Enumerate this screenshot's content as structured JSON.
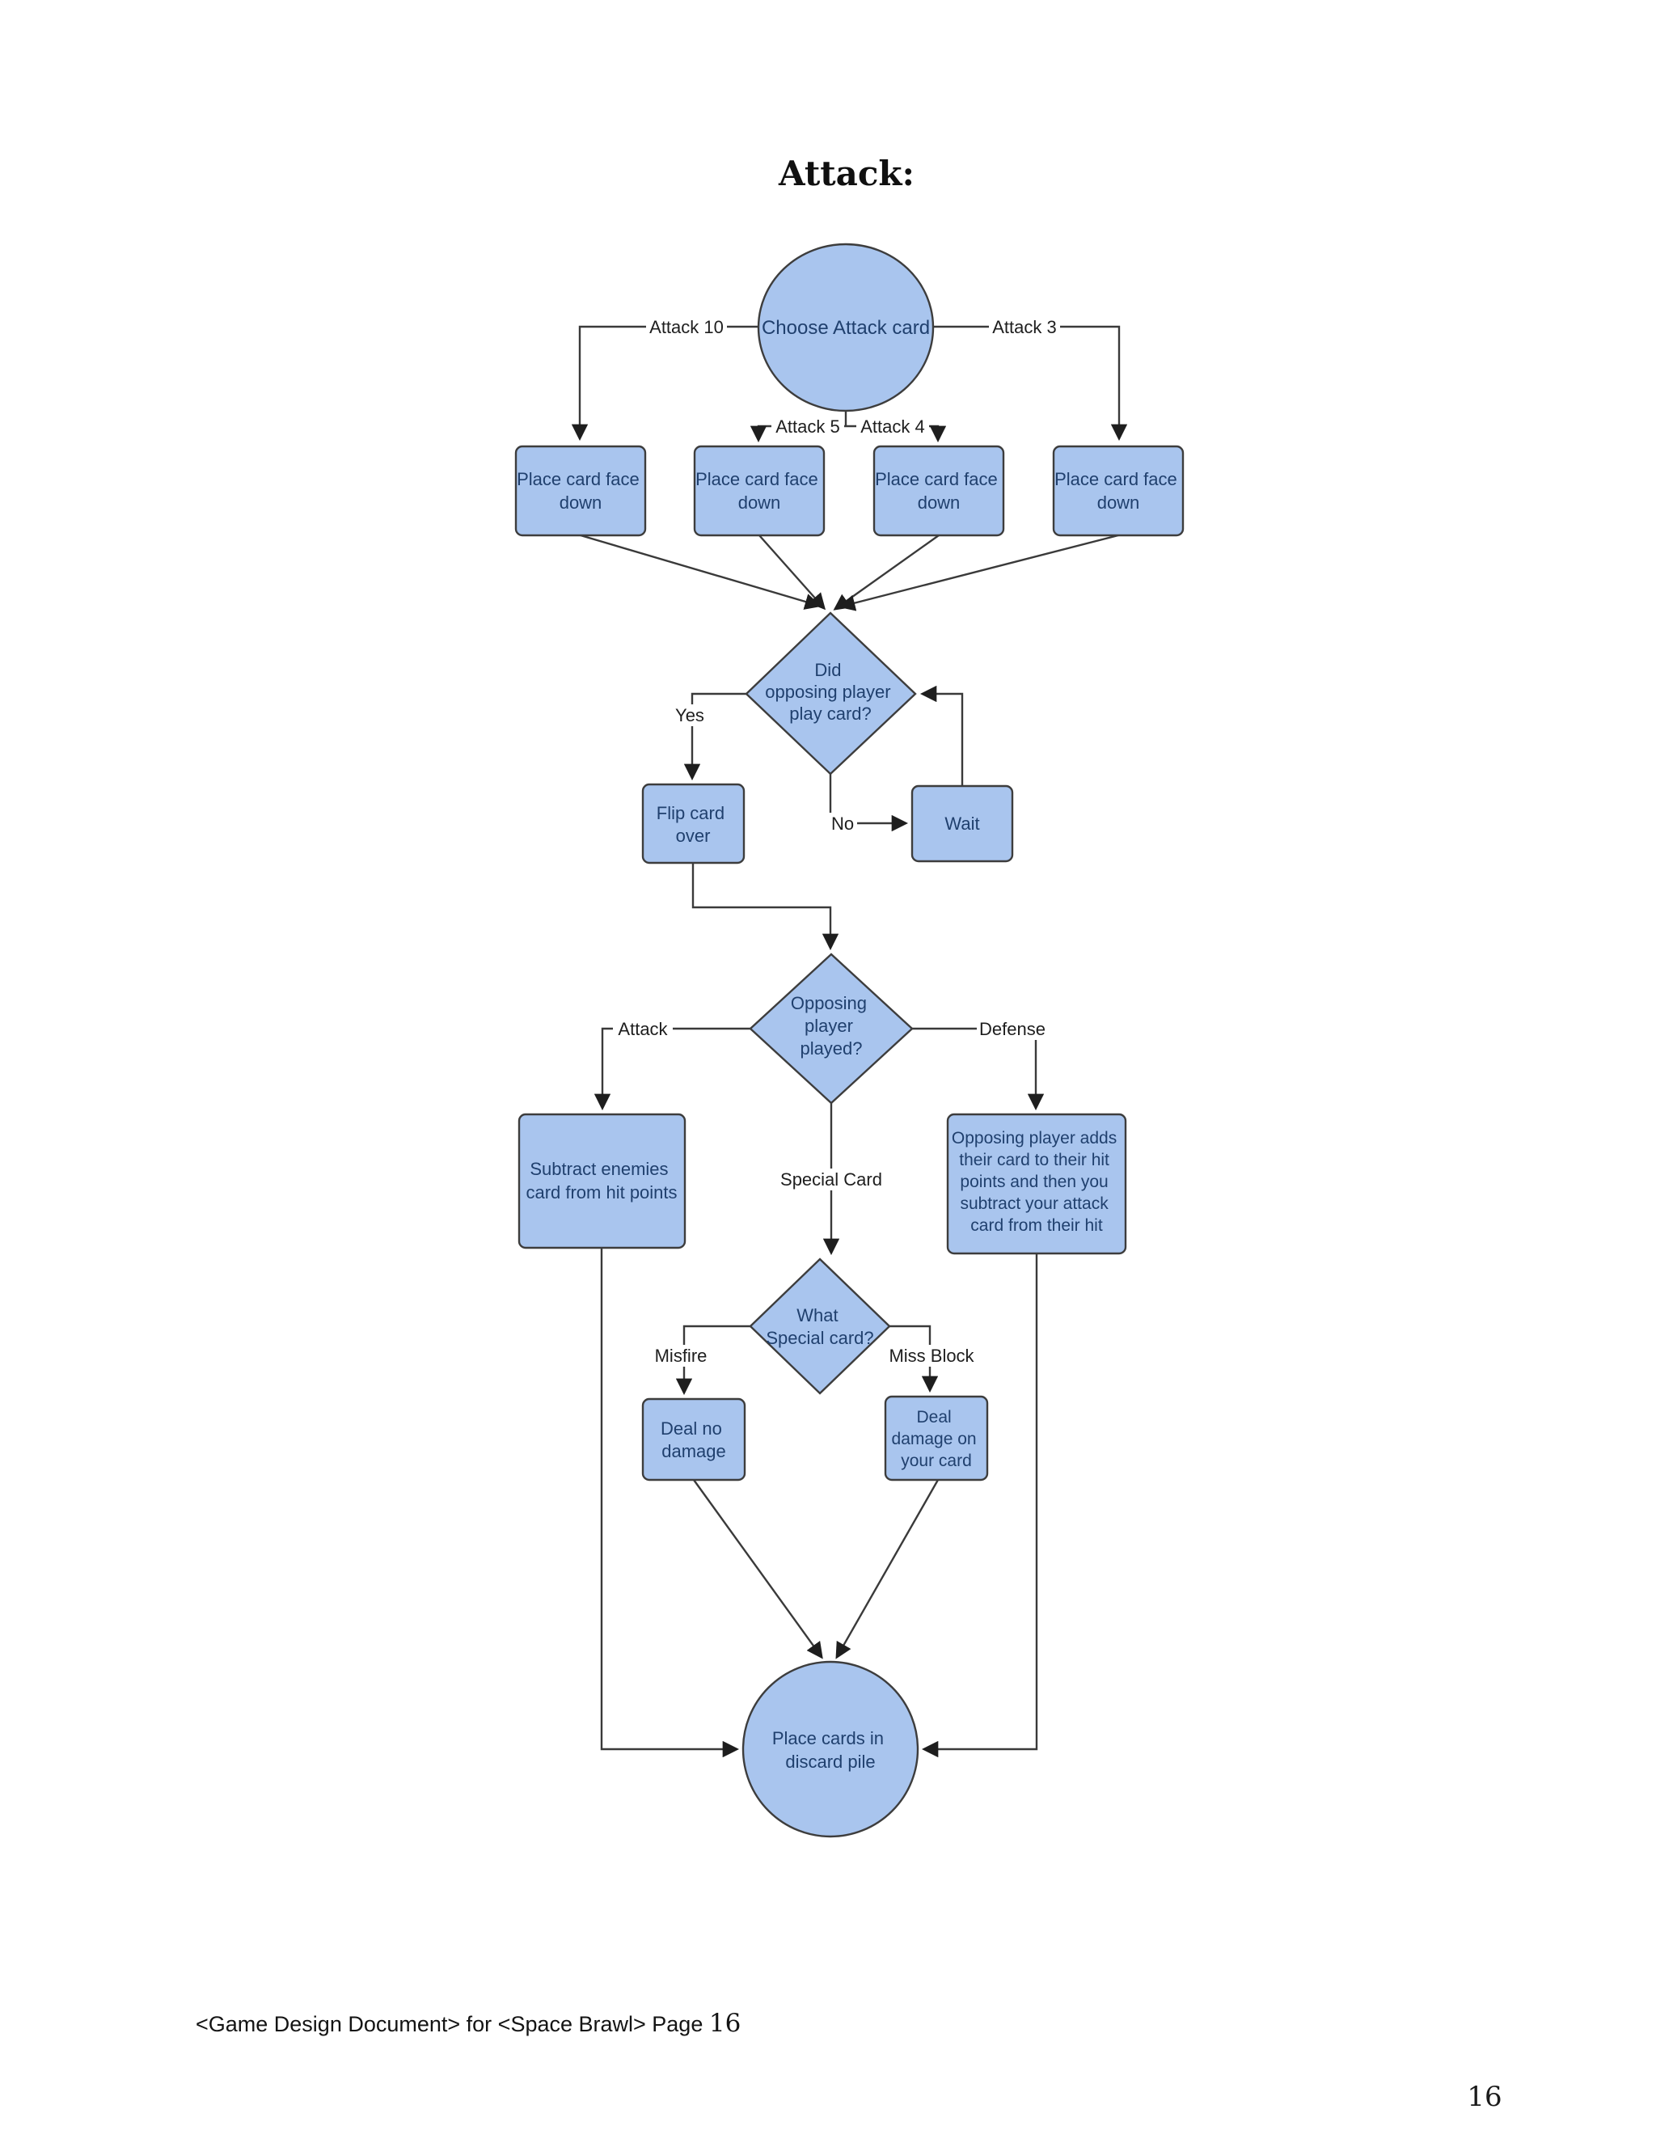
{
  "page": {
    "title": "Attack:",
    "footer_text": "<Game Design Document> for <Space Brawl> Page ",
    "footer_page_number": "16",
    "corner_page_number": "16"
  },
  "flowchart": {
    "colors": {
      "node_fill": "#a9c5ee",
      "node_border": "#3d3d3d",
      "node_text": "#20406e",
      "line": "#3a3a3a"
    },
    "nodes": {
      "choose_attack": {
        "lines": [
          "Choose Attack card"
        ]
      },
      "place1": {
        "lines": [
          "Place card face",
          "down"
        ]
      },
      "place2": {
        "lines": [
          "Place card face",
          "down"
        ]
      },
      "place3": {
        "lines": [
          "Place card face",
          "down"
        ]
      },
      "place4": {
        "lines": [
          "Place card face",
          "down"
        ]
      },
      "did_play": {
        "lines": [
          "Did",
          "opposing player",
          "play card?"
        ]
      },
      "flip": {
        "lines": [
          "Flip card",
          "over"
        ]
      },
      "wait": {
        "lines": [
          "Wait"
        ]
      },
      "opposing_played": {
        "lines": [
          "Opposing",
          "player",
          "played?"
        ]
      },
      "subtract": {
        "lines": [
          "Subtract enemies",
          "card from hit points"
        ]
      },
      "defense_result": {
        "lines": [
          "Opposing player adds",
          "their card to their hit",
          "points and then you",
          "subtract your attack",
          "card from their hit"
        ]
      },
      "what_special": {
        "lines": [
          "What",
          "Special card?"
        ]
      },
      "deal_no": {
        "lines": [
          "Deal no",
          "damage"
        ]
      },
      "deal_damage": {
        "lines": [
          "Deal",
          "damage on",
          "your card"
        ]
      },
      "discard": {
        "lines": [
          "Place cards in",
          "discard pile"
        ]
      }
    },
    "edge_labels": {
      "attack10": "Attack 10",
      "attack3": "Attack 3",
      "attack5": "Attack 5",
      "attack4": "Attack 4",
      "yes": "Yes",
      "no": "No",
      "attack": "Attack",
      "defense": "Defense",
      "special_card": "Special Card",
      "misfire": "Misfire",
      "miss_block": "Miss Block"
    }
  }
}
